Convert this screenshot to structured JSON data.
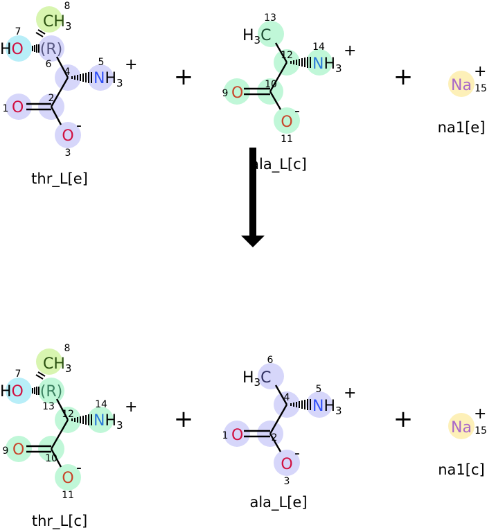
{
  "colors": {
    "lavender": "#d6d6fa",
    "green": "#c0f7d8",
    "cyan": "#b8eef8",
    "lime": "#d8f5b0",
    "sodium": "#fdf0b8",
    "oxygen_red": "#d11040",
    "oxygen_orange": "#c8442a",
    "nitrogen": "#3050f8",
    "sodium_text": "#a868c8"
  },
  "reaction": {
    "plus": "+",
    "arrow": "right-arrow-down"
  },
  "reactants": [
    {
      "name": "thr_L[e]",
      "atoms": {
        "methyl": "CH",
        "methyl_sub": "3",
        "methyl_num": "8",
        "hydroxyl_h": "H",
        "hydroxyl_o": "O",
        "hydroxyl_num": "7",
        "chiral": "(R)",
        "chiral_num": "6",
        "alpha_num": "4",
        "amine": "N",
        "amine_h": "H",
        "amine_sub": "3",
        "amine_charge": "+",
        "amine_num": "5",
        "carboxyl_num": "2",
        "o_double": "O",
        "o_double_num": "1",
        "o_minus": "O",
        "o_minus_charge": "-",
        "o_minus_num": "3"
      }
    },
    {
      "name": "ala_L[c]",
      "atoms": {
        "methyl": "H",
        "methyl_sub": "3",
        "methyl_c": "C",
        "methyl_num": "13",
        "alpha_num": "12",
        "amine": "N",
        "amine_h": "H",
        "amine_sub": "3",
        "amine_charge": "+",
        "amine_num": "14",
        "carboxyl_num": "10",
        "o_double": "O",
        "o_double_num": "9",
        "o_minus": "O",
        "o_minus_charge": "-",
        "o_minus_num": "11"
      }
    },
    {
      "name": "na1[e]",
      "atoms": {
        "na": "Na",
        "charge": "+",
        "num": "15"
      }
    }
  ],
  "products": [
    {
      "name": "thr_L[c]",
      "atoms": {
        "methyl": "CH",
        "methyl_sub": "3",
        "methyl_num": "8",
        "hydroxyl_h": "H",
        "hydroxyl_o": "O",
        "hydroxyl_num": "7",
        "chiral": "(R)",
        "chiral_num": "13",
        "alpha_num": "12",
        "amine": "N",
        "amine_h": "H",
        "amine_sub": "3",
        "amine_charge": "+",
        "amine_num": "14",
        "carboxyl_num": "10",
        "o_double": "O",
        "o_double_num": "9",
        "o_minus": "O",
        "o_minus_charge": "-",
        "o_minus_num": "11"
      }
    },
    {
      "name": "ala_L[e]",
      "atoms": {
        "methyl": "H",
        "methyl_sub": "3",
        "methyl_c": "C",
        "methyl_num": "6",
        "alpha_num": "4",
        "amine": "N",
        "amine_h": "H",
        "amine_sub": "3",
        "amine_charge": "+",
        "amine_num": "5",
        "carboxyl_num": "2",
        "o_double": "O",
        "o_double_num": "1",
        "o_minus": "O",
        "o_minus_charge": "-",
        "o_minus_num": "3"
      }
    },
    {
      "name": "na1[c]",
      "atoms": {
        "na": "Na",
        "charge": "+",
        "num": "15"
      }
    }
  ]
}
